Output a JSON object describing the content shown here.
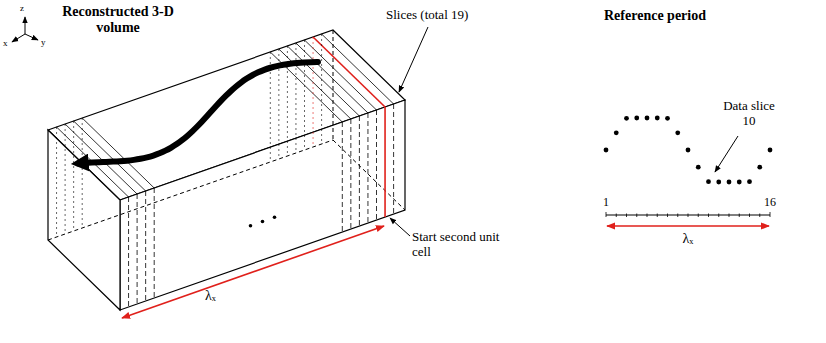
{
  "diagram": {
    "labels": [
      "Reconstructed 3-D volume",
      "z",
      "x",
      "y",
      "Slices (total 19)",
      "λₓ",
      "Start second unit cell",
      "Reference period",
      "Data slice 10",
      "1",
      "16",
      "λₓ"
    ]
  }
}
